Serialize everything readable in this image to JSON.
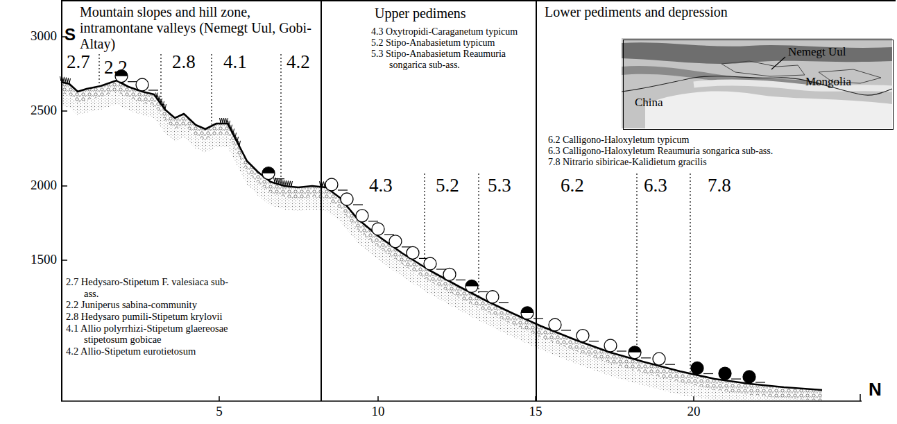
{
  "diagram": {
    "nodes": [
      {
        "text": [
          "Mountain slopes and hill zone, intramontane valleys (Nemegt Uul, Gobi-Altay)"
        ]
      },
      {
        "text": [
          "Upper pedimens"
        ]
      },
      {
        "text": [
          "Lower pediments and depression"
        ]
      },
      {
        "text": [
          "Nemegt Uul",
          "Mongolia",
          "China"
        ],
        "in": 2
      }
    ],
    "labels": [
      "S",
      "3000",
      "2500",
      "2000",
      "1500",
      "N",
      "5",
      "10",
      "15",
      "20",
      "2.7",
      "2.2",
      "2.8",
      "4.1",
      "4.2",
      "4.3",
      "5.2",
      "5.3",
      "6.2",
      "6.3",
      "7.8",
      "2.7 Hedysaro-Stipetum F. valesiaca sub-ass.",
      "2.2 Juniperus sabina-community",
      "2.8 Hedysaro pumili-Stipetum krylovii",
      "4.1 Allio polyrrhizi-Stipetum glaereosae stipetosum gobicae",
      "4.2 Allio-Stipetum eurotietosum",
      "4.3 Oxytropidi-Caraganetum typicum",
      "5.2 Stipo-Anabasietum typicum",
      "5.3 Stipo-Anabasietum Reaumuria songarica sub-ass.",
      "6.2 Calligono-Haloxyletum typicum",
      "6.3 Calligono-Haloxyletum Reaumuria songarica sub-ass.",
      "7.8 Nitrario sibiricae-Kalidietum gracilis"
    ]
  }
}
